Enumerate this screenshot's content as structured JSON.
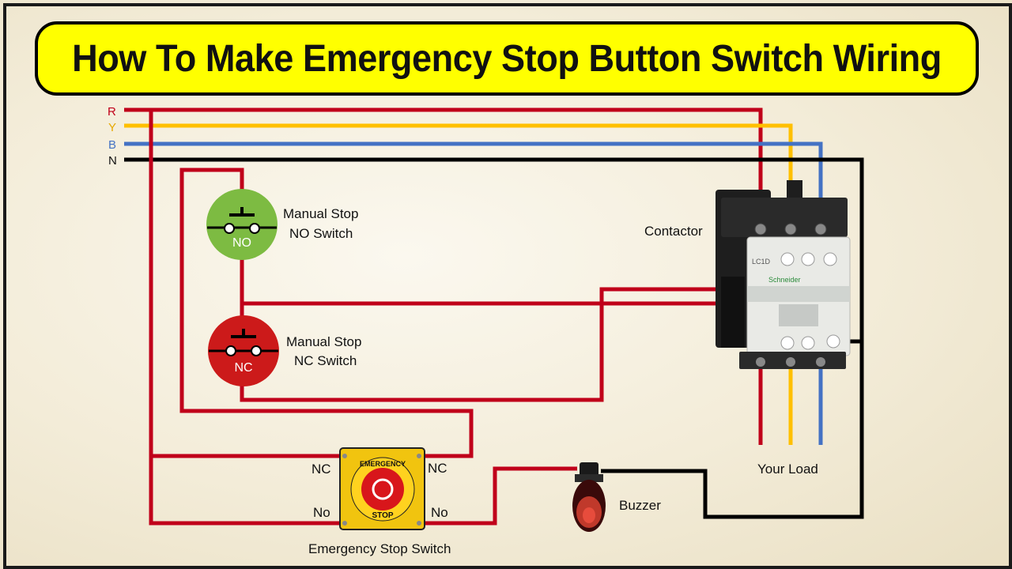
{
  "title": "How To Make Emergency Stop Button Switch Wiring",
  "rails": {
    "r": "R",
    "y": "Y",
    "b": "B",
    "n": "N"
  },
  "labels": {
    "no_switch_line1": "Manual Stop",
    "no_switch_line2": "NO Switch",
    "no_switch_badge": "NO",
    "nc_switch_line1": "Manual Stop",
    "nc_switch_line2": "NC Switch",
    "nc_switch_badge": "NC",
    "contactor": "Contactor",
    "your_load": "Your Load",
    "buzzer": "Buzzer",
    "estop_nc_left": "NC",
    "estop_nc_right": "NC",
    "estop_no_left": "No",
    "estop_no_right": "No",
    "estop_caption": "Emergency Stop Switch",
    "estop_ring_top": "EMERGENCY",
    "estop_ring_bottom": "STOP",
    "contactor_brand": "Schneider",
    "contactor_model": "LC1D"
  },
  "colors": {
    "red_wire": "#c0001a",
    "yellow_wire": "#ffc000",
    "blue_wire": "#4472c4",
    "neutral_wire": "#000000",
    "title_bg": "#ffff00",
    "no_switch": "#7dbb42",
    "nc_switch": "#cc1a1a"
  }
}
